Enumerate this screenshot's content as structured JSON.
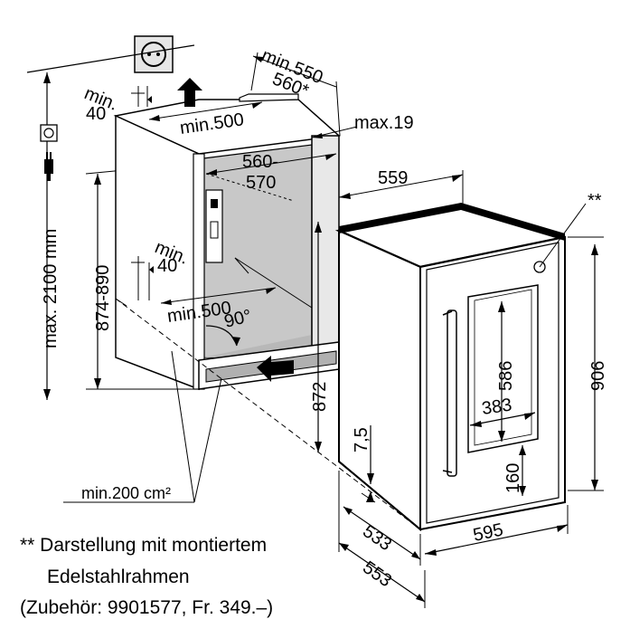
{
  "diagram": {
    "wall_height": "max. 2100 mm",
    "niche_height": "874-890",
    "top_vent_depth": "min.550",
    "top_vent_depth_alt": "560*",
    "top_vent_gap": "min.\n40",
    "top_vent_gap_l1": "min.",
    "top_vent_gap_l2": "40",
    "top_vent_width": "min.500",
    "frame_depth": "max.19",
    "niche_width_l1": "560-",
    "niche_width_l2": "570",
    "cabinet_depth": "559",
    "bottom_vent_gap_l1": "min.",
    "bottom_vent_gap_l2": "40",
    "bottom_vent_width": "min.500",
    "door_angle": "90°",
    "cabinet_height_inner": "872",
    "door_offset": "7,5",
    "window_height": "586",
    "window_width": "383",
    "window_bottom": "160",
    "cabinet_height": "906",
    "depth_533": "533",
    "depth_553": "553",
    "width_595": "595",
    "vent_area": "min.200 cm²",
    "double_star": "**"
  },
  "footnote": {
    "line1": "** Darstellung mit montiertem",
    "line2": "Edelstahlrahmen",
    "line3": "(Zubehör: 9901577, Fr. 349.–)"
  },
  "icons": [
    "power-socket-icon",
    "power-plug-icon",
    "power-socket-wall-icon",
    "airflow-arrow-icon"
  ]
}
